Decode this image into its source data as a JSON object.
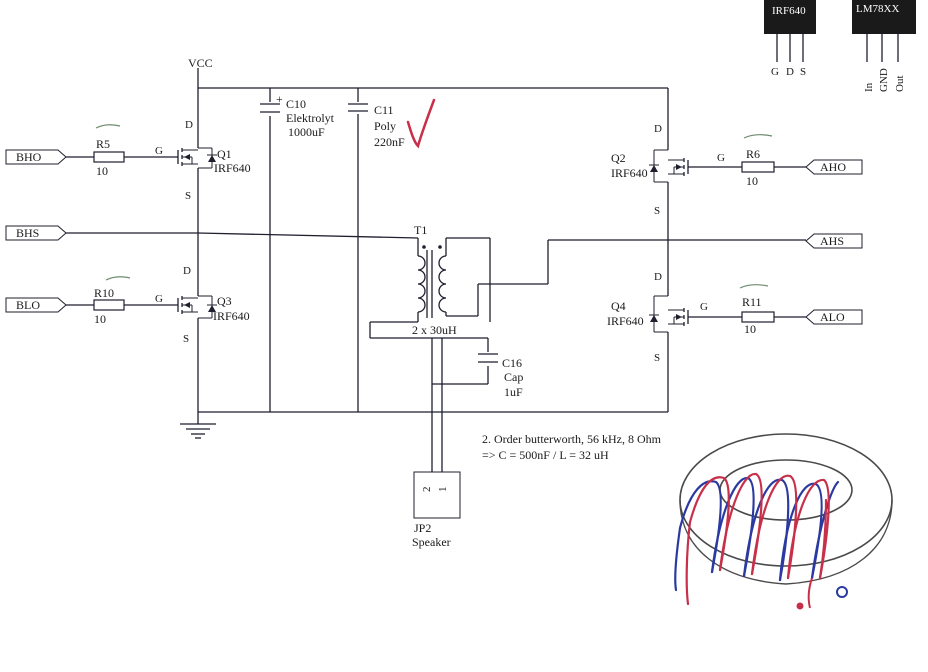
{
  "supply": {
    "vcc": "VCC"
  },
  "ports": {
    "bho": "BHO",
    "bhs": "BHS",
    "blo": "BLO",
    "aho": "AHO",
    "ahs": "AHS",
    "alo": "ALO"
  },
  "resistors": {
    "r5": {
      "name": "R5",
      "value": "10"
    },
    "r10": {
      "name": "R10",
      "value": "10"
    },
    "r6": {
      "name": "R6",
      "value": "10"
    },
    "r11": {
      "name": "R11",
      "value": "10"
    }
  },
  "mosfets": {
    "q1": {
      "name": "Q1",
      "part": "IRF640"
    },
    "q3": {
      "name": "Q3",
      "part": "IRF640"
    },
    "q2": {
      "name": "Q2",
      "part": "IRF640"
    },
    "q4": {
      "name": "Q4",
      "part": "IRF640"
    },
    "pins": {
      "d": "D",
      "g": "G",
      "s": "S"
    }
  },
  "capacitors": {
    "c10": {
      "name": "C10",
      "type": "Elektrolyt",
      "value": "1000uF",
      "polarity": "+"
    },
    "c11": {
      "name": "C11",
      "type": "Poly",
      "value": "220nF"
    },
    "c16": {
      "name": "C16",
      "type": "Cap",
      "value": "1uF"
    }
  },
  "transformer": {
    "name": "T1",
    "value": "2 x 30uH"
  },
  "connector": {
    "name": "JP2",
    "desc": "Speaker",
    "pin2": "2",
    "pin1": "1"
  },
  "note": {
    "line1": "2. Order butterworth, 56 kHz, 8 Ohm",
    "line2": "=> C = 500nF / L = 32 uH"
  },
  "packages": {
    "irf640": {
      "title": "IRF640",
      "pins": [
        "G",
        "D",
        "S"
      ]
    },
    "lm78xx": {
      "title": "LM78XX",
      "pins": [
        "In",
        "GND",
        "Out"
      ]
    }
  },
  "colors": {
    "ink": "#1f1f2e",
    "pen_blue": "#2b3aa0",
    "pen_red": "#c8304a"
  },
  "sketch": {
    "label": "",
    "description": "hand-drawn toroid core with red and blue wire windings"
  }
}
